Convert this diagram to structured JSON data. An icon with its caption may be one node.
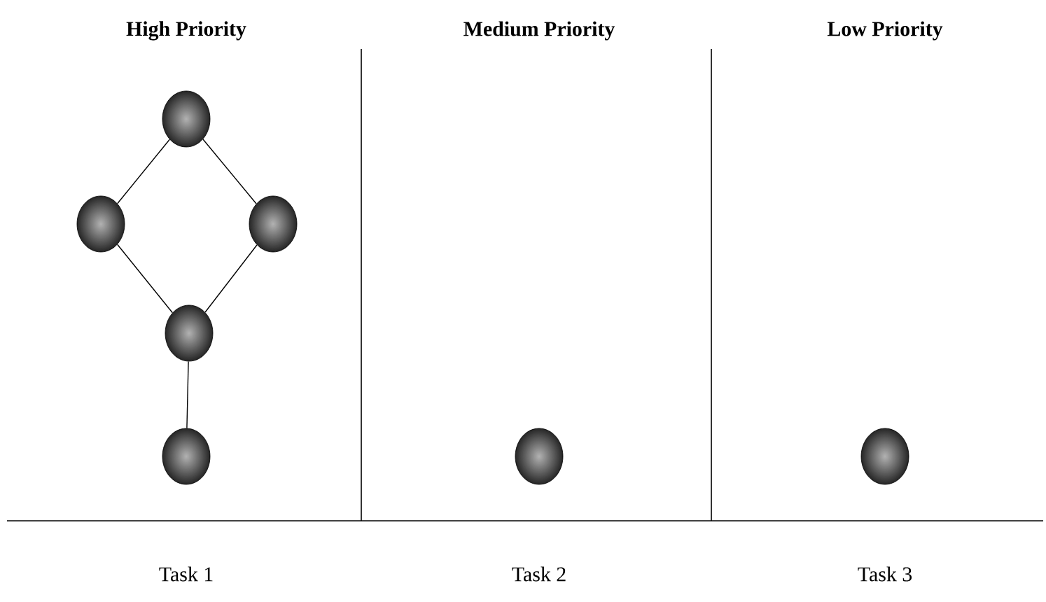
{
  "diagram": {
    "nodes": [
      {
        "text": [],
        "shape": "circle"
      },
      {
        "text": [],
        "shape": "circle"
      },
      {
        "text": [],
        "shape": "circle"
      },
      {
        "text": [],
        "shape": "circle"
      },
      {
        "text": [],
        "shape": "circle"
      },
      {
        "text": [],
        "shape": "circle"
      },
      {
        "text": [],
        "shape": "circle"
      }
    ],
    "edges": [
      {
        "from": 0,
        "to": 1,
        "arrow": "none"
      },
      {
        "from": 0,
        "to": 2,
        "arrow": "none"
      },
      {
        "from": 1,
        "to": 3,
        "arrow": "none"
      },
      {
        "from": 2,
        "to": 3,
        "arrow": "none"
      },
      {
        "from": 3,
        "to": 4,
        "arrow": "none"
      }
    ],
    "labels": [
      "High Priority",
      "Medium Priority",
      "Low Priority",
      "Task 1",
      "Task 2",
      "Task 3"
    ]
  }
}
